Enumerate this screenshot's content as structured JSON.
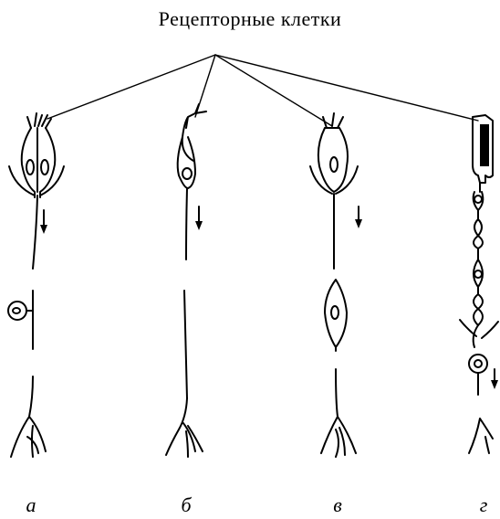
{
  "title": "Рецепторные клетки",
  "labels": [
    "а",
    "б",
    "в",
    "г"
  ]
}
